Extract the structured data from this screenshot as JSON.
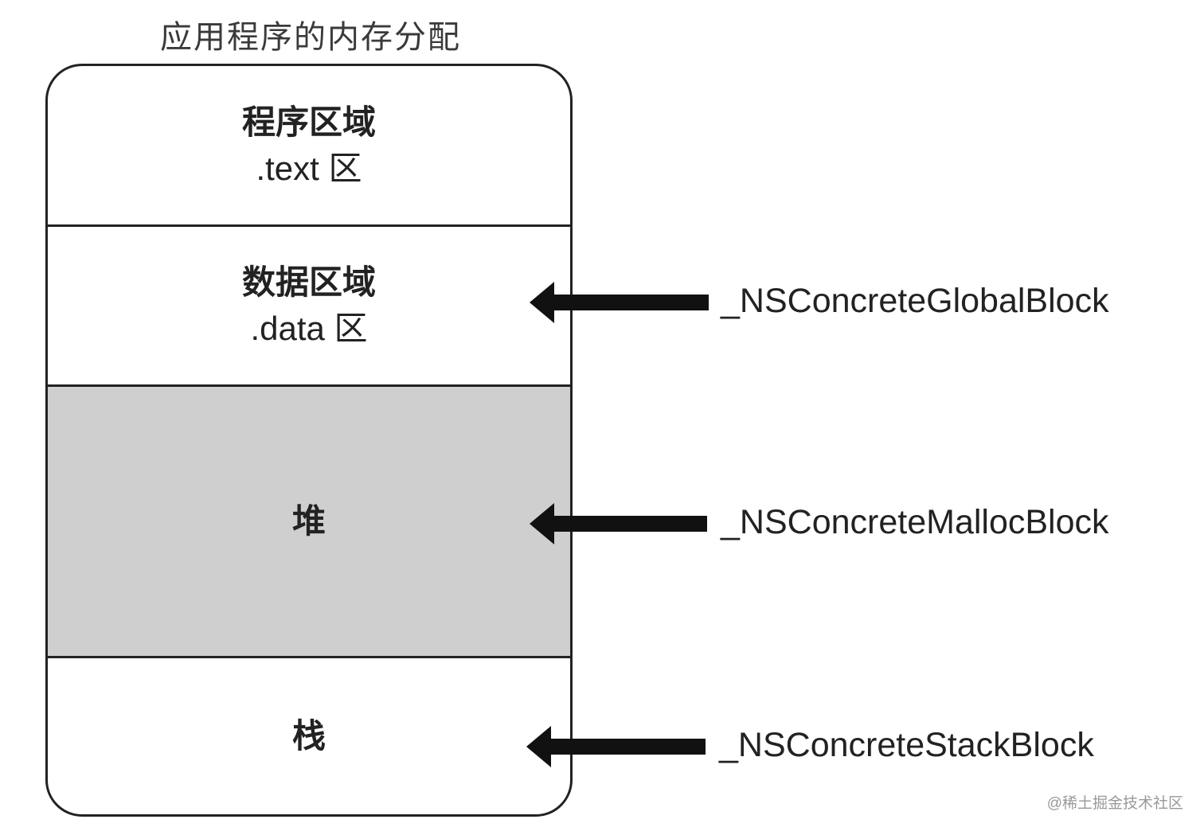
{
  "title": "应用程序的内存分配",
  "sections": [
    {
      "name": "程序区域",
      "sub": ".text 区"
    },
    {
      "name": "数据区域",
      "sub": ".data 区"
    },
    {
      "name": "堆",
      "sub": null
    },
    {
      "name": "栈",
      "sub": null
    }
  ],
  "pointers": [
    {
      "label": "_NSConcreteGlobalBlock",
      "target": "数据区域"
    },
    {
      "label": "_NSConcreteMallocBlock",
      "target": "堆"
    },
    {
      "label": "_NSConcreteStackBlock",
      "target": "栈"
    }
  ],
  "colors": {
    "heap_fill": "#cfcfcf",
    "line": "#222222"
  },
  "watermark": "@稀土掘金技术社区"
}
